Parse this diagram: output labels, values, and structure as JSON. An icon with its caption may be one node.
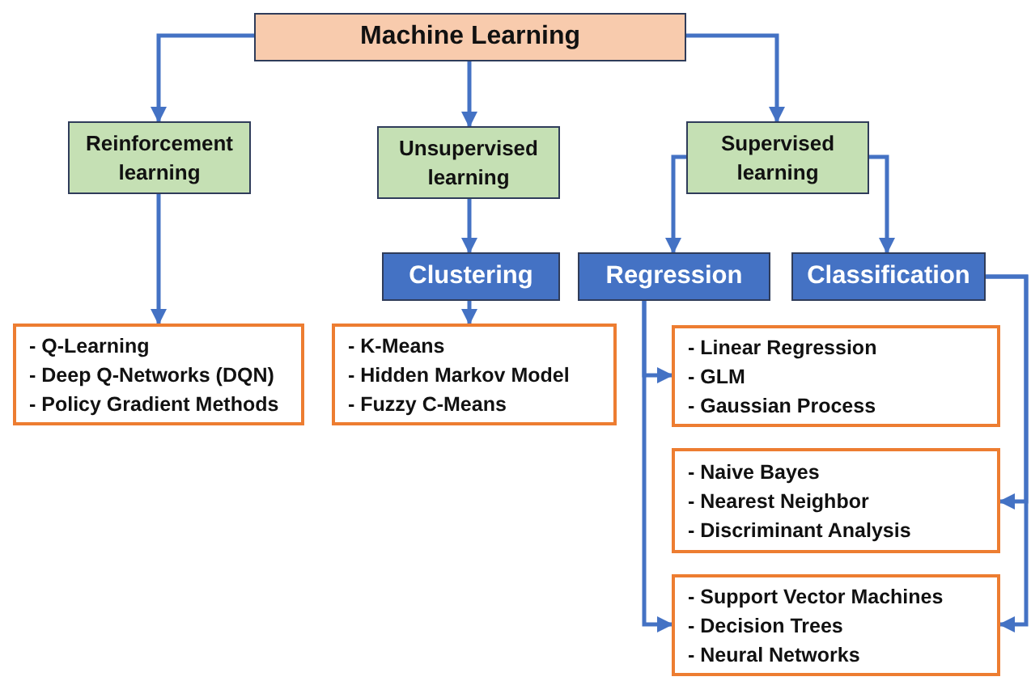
{
  "diagram": {
    "nodes": [
      {
        "text": [
          "Machine Learning"
        ]
      },
      {
        "text": [
          "Reinforcement learning"
        ]
      },
      {
        "text": [
          "Unsupervised learning"
        ]
      },
      {
        "text": [
          "Supervised learning"
        ]
      },
      {
        "text": [
          "Clustering"
        ]
      },
      {
        "text": [
          "Regression"
        ]
      },
      {
        "text": [
          "Classification"
        ]
      },
      {
        "text": [
          "- Q-Learning",
          "- Deep Q-Networks (DQN)",
          "- Policy Gradient Methods"
        ]
      },
      {
        "text": [
          "- K-Means",
          "- Hidden Markov Model",
          "- Fuzzy C-Means"
        ]
      },
      {
        "text": [
          "- Linear Regression",
          "- GLM",
          "- Gaussian Process"
        ]
      },
      {
        "text": [
          "- Naive Bayes",
          "- Nearest Neighbor",
          "- Discriminant Analysis"
        ]
      },
      {
        "text": [
          "- Support Vector Machines",
          "- Decision Trees",
          "- Neural Networks"
        ]
      }
    ],
    "edges": [
      {
        "from": 0,
        "to": 1,
        "arrow": "to"
      },
      {
        "from": 0,
        "to": 2,
        "arrow": "to"
      },
      {
        "from": 0,
        "to": 3,
        "arrow": "to"
      },
      {
        "from": 1,
        "to": 7,
        "arrow": "to"
      },
      {
        "from": 2,
        "to": 4,
        "arrow": "to"
      },
      {
        "from": 4,
        "to": 8,
        "arrow": "to"
      },
      {
        "from": 3,
        "to": 5,
        "arrow": "to"
      },
      {
        "from": 3,
        "to": 6,
        "arrow": "to"
      },
      {
        "from": 5,
        "to": 9,
        "arrow": "to"
      },
      {
        "from": 5,
        "to": 11,
        "arrow": "to"
      },
      {
        "from": 6,
        "to": 10,
        "arrow": "to"
      },
      {
        "from": 6,
        "to": 11,
        "arrow": "to"
      }
    ]
  }
}
